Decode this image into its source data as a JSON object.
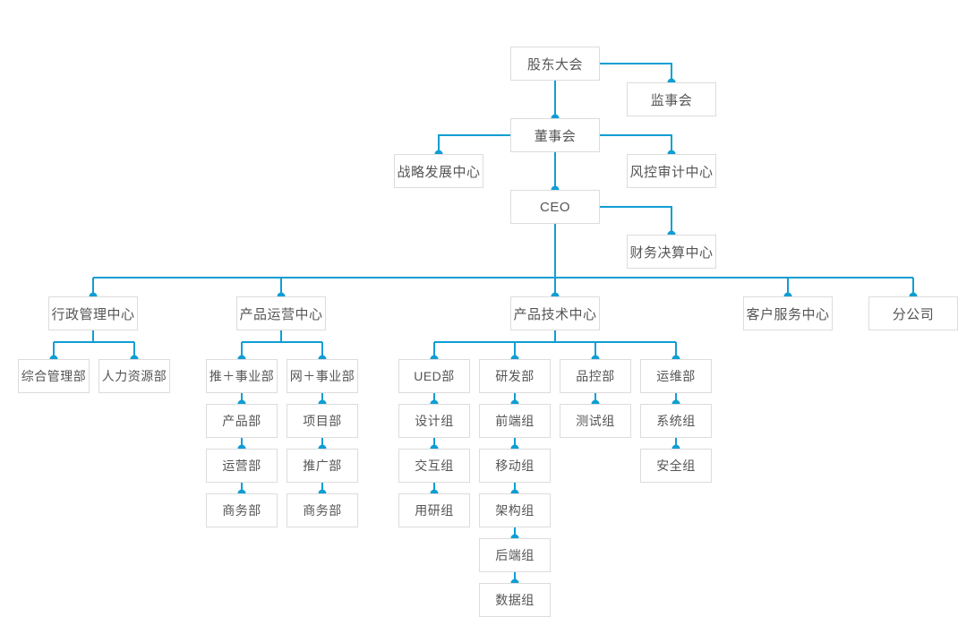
{
  "meta": {
    "title": "组织架构图",
    "accent_color": "#0e9ed4",
    "box_border_color": "#dcdcdc",
    "text_color": "#555555",
    "background_color": "#ffffff"
  },
  "nodes": {
    "shareholders": "股东大会",
    "supervisors": "监事会",
    "board": "董事会",
    "strategy": "战略发展中心",
    "risk_audit": "风控审计中心",
    "ceo": "CEO",
    "finance": "财务决算中心",
    "admin_center": "行政管理中心",
    "general_admin": "综合管理部",
    "hr": "人力资源部",
    "product_ops_center": "产品运营中心",
    "tui_bu": "推＋事业部",
    "product_dept": "产品部",
    "ops_dept": "运营部",
    "biz_dept_1": "商务部",
    "wang_bu": "网＋事业部",
    "project_dept": "项目部",
    "promo_dept": "推广部",
    "biz_dept_2": "商务部",
    "tech_center": "产品技术中心",
    "ued": "UED部",
    "design_team": "设计组",
    "interaction_team": "交互组",
    "research_team": "用研组",
    "rnd": "研发部",
    "frontend_team": "前端组",
    "mobile_team": "移动组",
    "architecture_team": "架构组",
    "backend_team": "后端组",
    "data_team": "数据组",
    "qa": "品控部",
    "test_team": "测试组",
    "ops": "运维部",
    "system_team": "系统组",
    "security_team": "安全组",
    "customer_service_center": "客户服务中心",
    "branch_company": "分公司"
  }
}
